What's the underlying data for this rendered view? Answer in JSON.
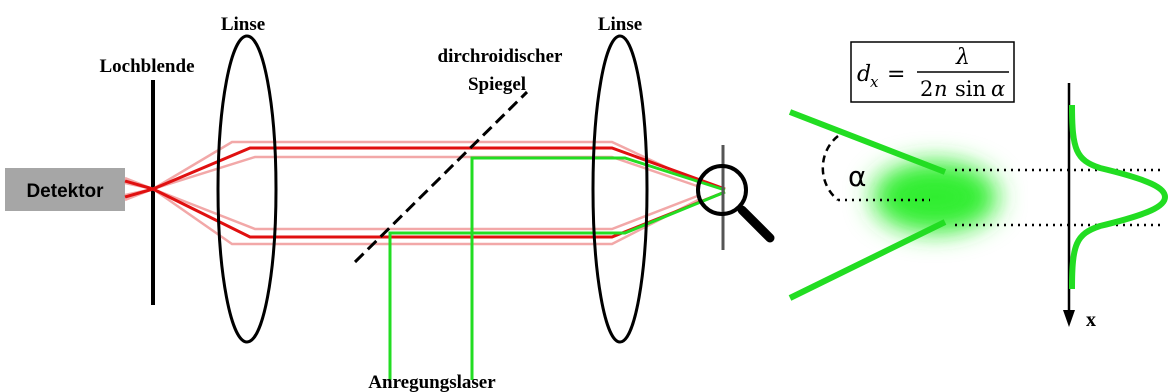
{
  "labels": {
    "lochblende": "Lochblende",
    "linse_left": "Linse",
    "linse_right": "Linse",
    "mirror_line1": "dirchroidischer",
    "mirror_line2": "Spiegel",
    "detektor": "Detektor",
    "anregungslaser": "Anregungslaser",
    "alpha": "α",
    "x_axis": "x"
  },
  "formula": {
    "lhs_var": "d",
    "lhs_sub": "x",
    "equals": "=",
    "numerator": "λ",
    "den_coef": "2",
    "den_n": "n",
    "den_func": "sin",
    "den_angle": "α"
  },
  "colors": {
    "detection_beam": "#e01010",
    "detection_beam_glow": "#f2a8a8",
    "excitation_beam": "#22dd22",
    "excitation_fill": "#33ee33",
    "detector_box": "#a6a6a6",
    "lines": "#000000"
  },
  "icons": {
    "magnifier": "magnifier-icon"
  }
}
